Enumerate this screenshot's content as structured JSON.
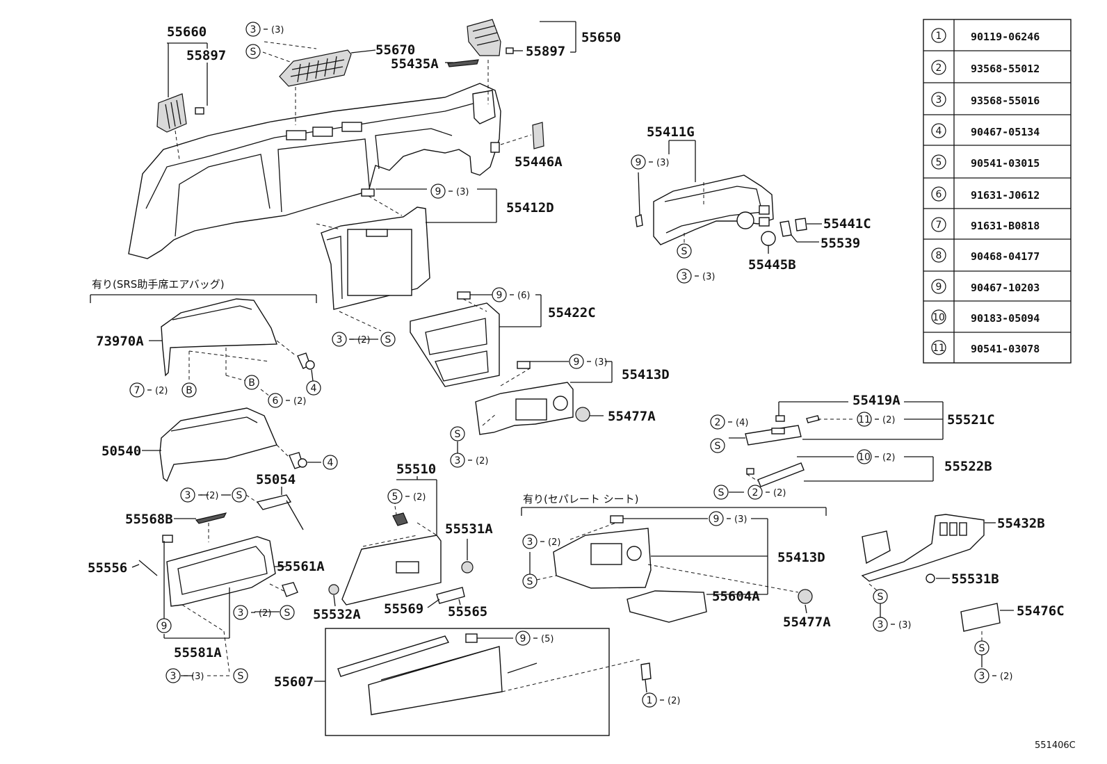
{
  "parts": {
    "p55660": "55660",
    "p55897a": "55897",
    "p55670": "55670",
    "p55435A": "55435A",
    "p55650": "55650",
    "p55897b": "55897",
    "p55446A": "55446A",
    "p55412D": "55412D",
    "p55411G": "55411G",
    "p55441C": "55441C",
    "p55539": "55539",
    "p55445B": "55445B",
    "p55422C": "55422C",
    "p73970A": "73970A",
    "p55413Da": "55413D",
    "p55477Aa": "55477A",
    "p50540": "50540",
    "p55054": "55054",
    "p55510": "55510",
    "p55419A": "55419A",
    "p55521C": "55521C",
    "p55522B": "55522B",
    "p55568B": "55568B",
    "p55531A": "55531A",
    "p55556": "55556",
    "p55561A": "55561A",
    "p55413Db": "55413D",
    "p55432B": "55432B",
    "p55532A": "55532A",
    "p55569": "55569",
    "p55565": "55565",
    "p55604A": "55604A",
    "p55531B": "55531B",
    "p55477Ab": "55477A",
    "p55476C": "55476C",
    "p55581A": "55581A",
    "p55607": "55607"
  },
  "notes": {
    "srs_airbag": "有り(SRS助手席エアバッグ)",
    "separate_seat": "有り(セパレート シート)"
  },
  "diagram_id": "551406C",
  "legend": [
    {
      "key": "1",
      "part": "90119-06246"
    },
    {
      "key": "2",
      "part": "93568-55012"
    },
    {
      "key": "3",
      "part": "93568-55016"
    },
    {
      "key": "4",
      "part": "90467-05134"
    },
    {
      "key": "5",
      "part": "90541-03015"
    },
    {
      "key": "6",
      "part": "91631-J0612"
    },
    {
      "key": "7",
      "part": "91631-B0818"
    },
    {
      "key": "8",
      "part": "90468-04177"
    },
    {
      "key": "9",
      "part": "90467-10203"
    },
    {
      "key": "10",
      "part": "90183-05094"
    },
    {
      "key": "11",
      "part": "90541-03078"
    }
  ],
  "callouts": {
    "c1": {
      "n": "3",
      "q": "(3)"
    },
    "c2": {
      "n": "S"
    },
    "c3": {
      "n": "9",
      "q": "(3)"
    },
    "c4": {
      "n": "9",
      "q": "(3)"
    },
    "c5": {
      "n": "S"
    },
    "c6": {
      "n": "3",
      "q": "(3)"
    },
    "c7": {
      "n": "9",
      "q": "(6)"
    },
    "c8": {
      "n": "3",
      "q": "(2)"
    },
    "c9": {
      "n": "S"
    },
    "c10": {
      "n": "7",
      "q": "(2)"
    },
    "c11": {
      "n": "B"
    },
    "c12": {
      "n": "B"
    },
    "c13": {
      "n": "6",
      "q": "(2)"
    },
    "c14": {
      "n": "4"
    },
    "c15": {
      "n": "9",
      "q": "(3)"
    },
    "c16": {
      "n": "S"
    },
    "c17": {
      "n": "3",
      "q": "(2)"
    },
    "c18": {
      "n": "4"
    },
    "c19": {
      "n": "3",
      "q": "(2)"
    },
    "c20": {
      "n": "S"
    },
    "c21": {
      "n": "5",
      "q": "(2)"
    },
    "c22": {
      "n": "2",
      "q": "(4)"
    },
    "c23": {
      "n": "S"
    },
    "c24": {
      "n": "11",
      "q": "(2)"
    },
    "c25": {
      "n": "10",
      "q": "(2)"
    },
    "c26": {
      "n": "S"
    },
    "c27": {
      "n": "2",
      "q": "(2)"
    },
    "c28": {
      "n": "9",
      "q": "(3)"
    },
    "c29": {
      "n": "3",
      "q": "(2)"
    },
    "c30": {
      "n": "S"
    },
    "c31": {
      "n": "9"
    },
    "c32": {
      "n": "3",
      "q": "(2)"
    },
    "c33": {
      "n": "S"
    },
    "c34": {
      "n": "S"
    },
    "c35": {
      "n": "3",
      "q": "(3)"
    },
    "c36": {
      "n": "3",
      "q": "(3)"
    },
    "c37": {
      "n": "S"
    },
    "c38": {
      "n": "9",
      "q": "(5)"
    },
    "c39": {
      "n": "1",
      "q": "(2)"
    },
    "c40": {
      "n": "S"
    },
    "c41": {
      "n": "3",
      "q": "(2)"
    }
  }
}
